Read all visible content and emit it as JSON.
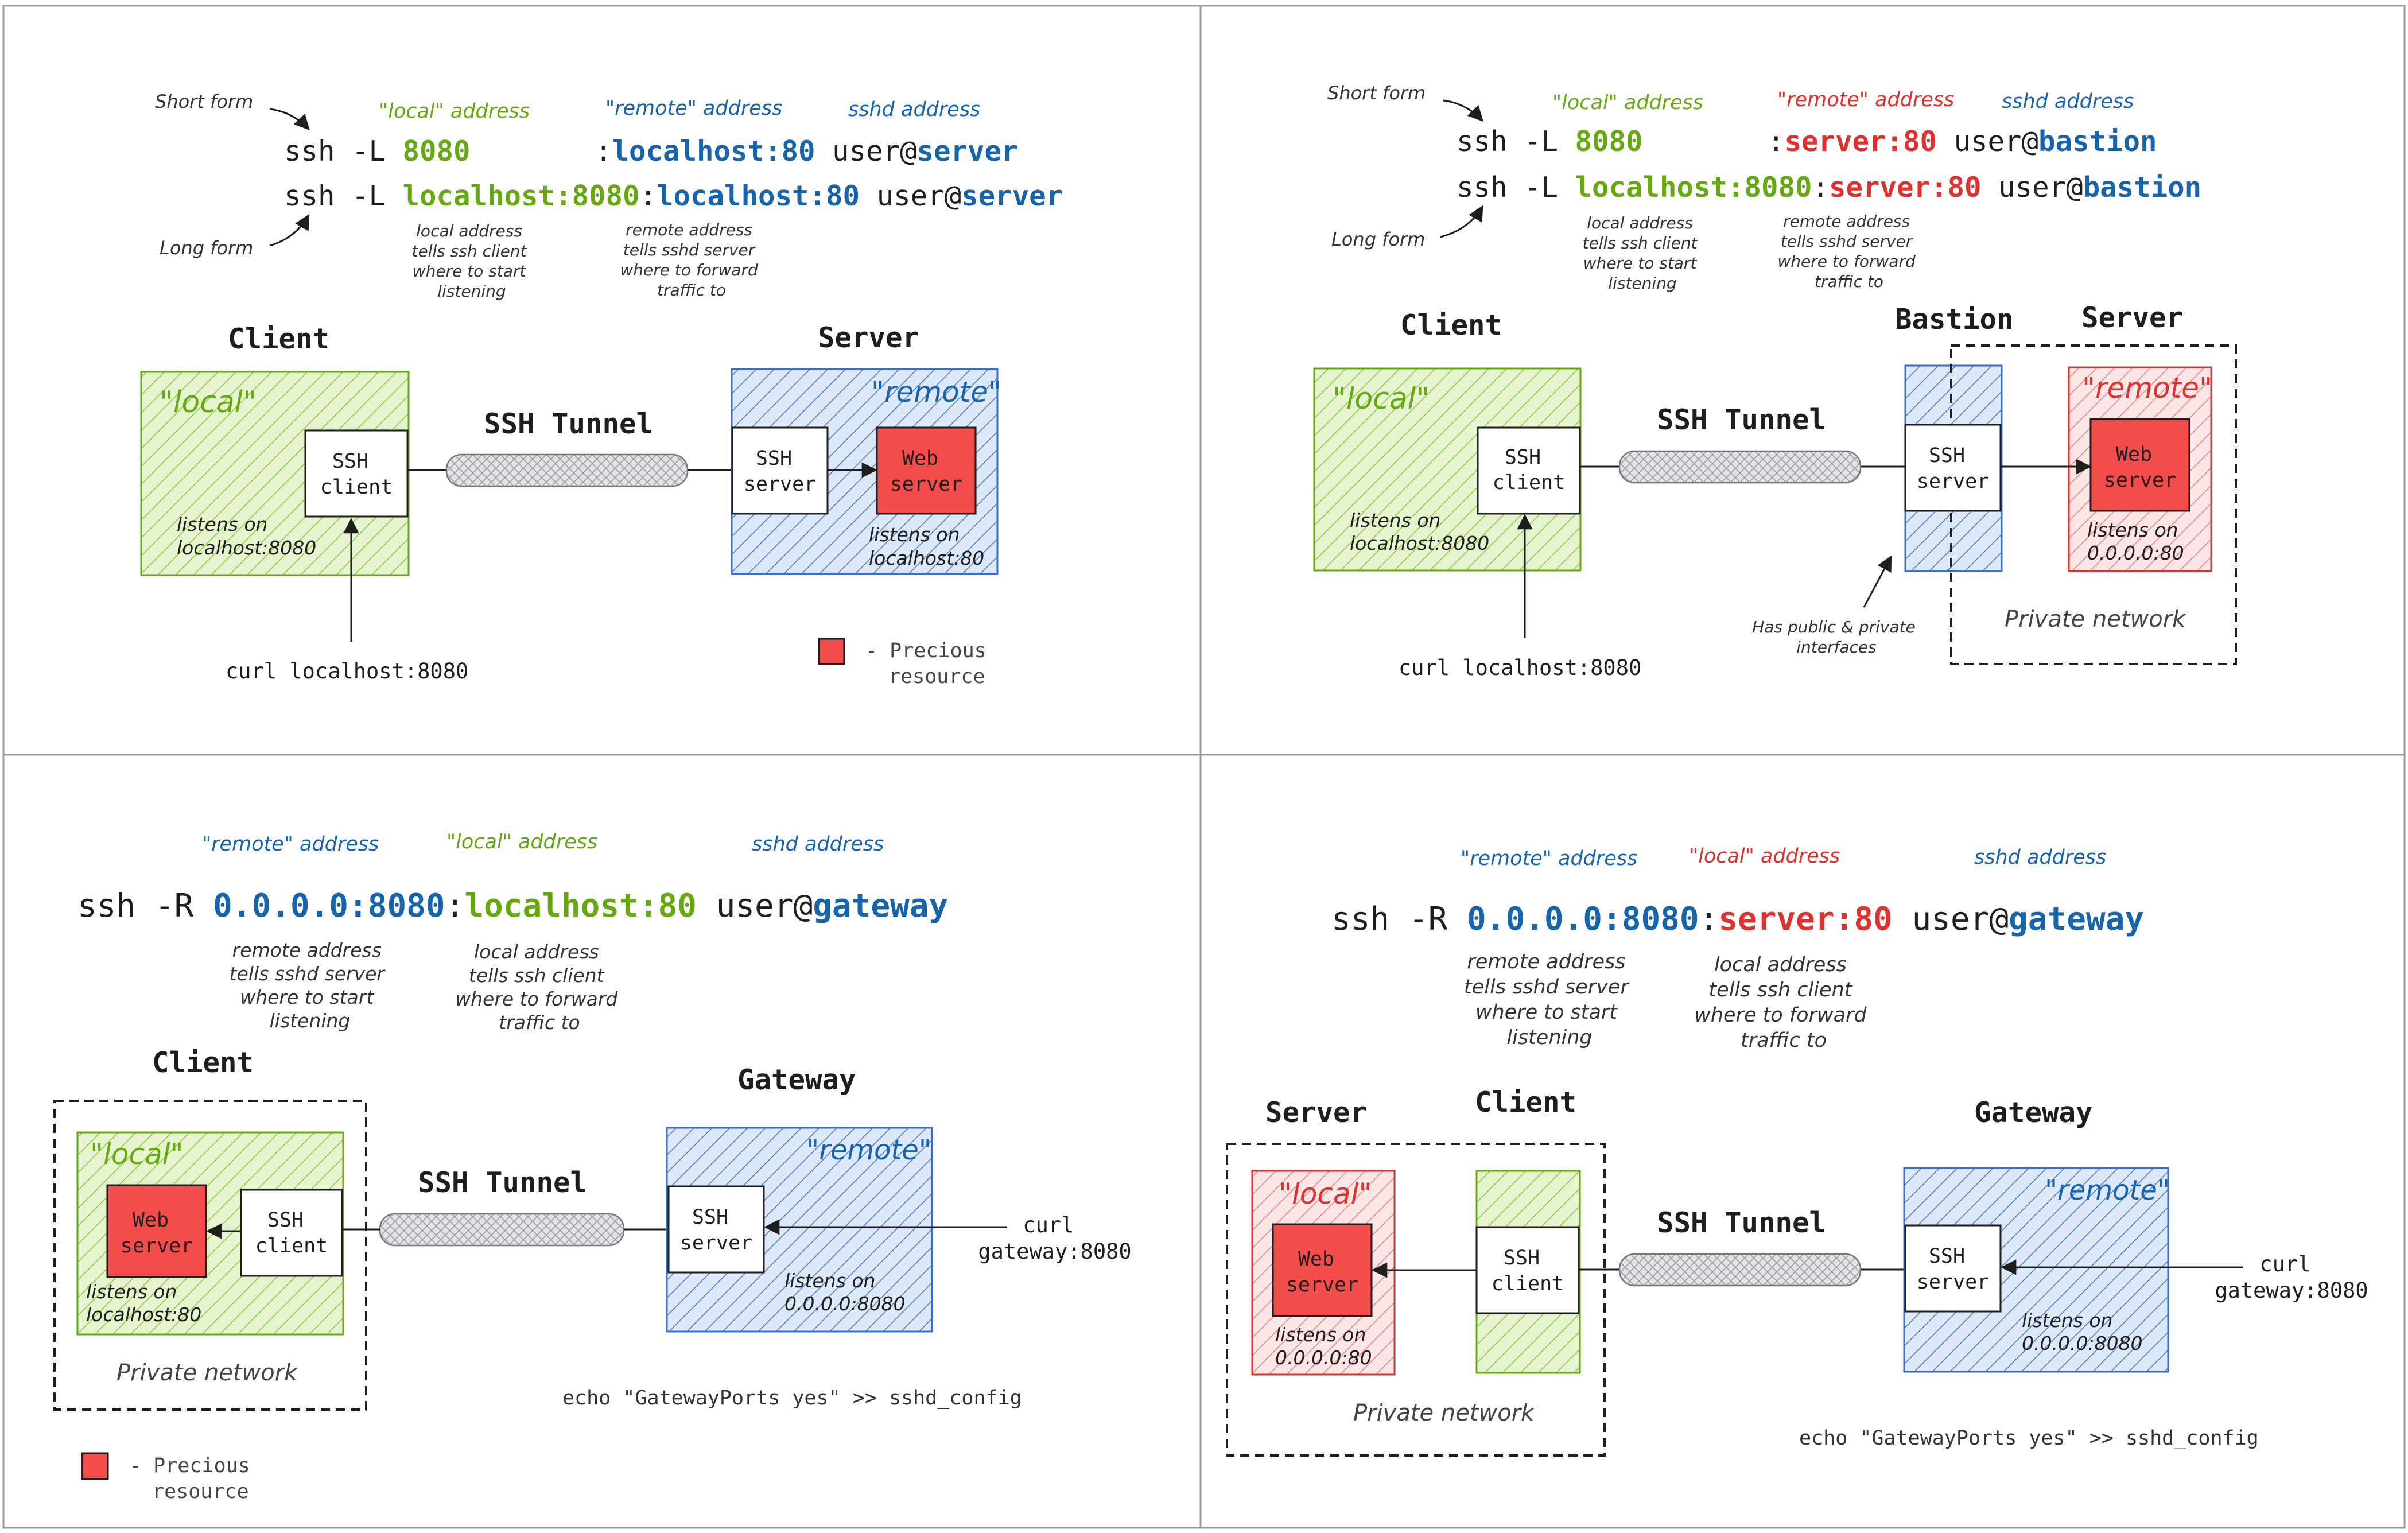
{
  "colors": {
    "local_green": "#66a80f",
    "remote_blue": "#1864ab",
    "remote_red": "#e03131",
    "precious_fill": "#f44b4b",
    "green_bg": "#d8f0b8",
    "blue_bg": "#d0e0f7",
    "red_bg": "#fde0e0"
  },
  "panels": {
    "tl": {
      "hdr_local": "\"local\" address",
      "hdr_remote": "\"remote\" address",
      "hdr_sshd": "sshd address",
      "short_form": "Short form",
      "long_form": "Long form",
      "cmd1": {
        "prefix": "ssh -L ",
        "local": "8080",
        "sep": ":",
        "remote": "localhost:80",
        "user": " user@",
        "host": "server"
      },
      "cmd2": {
        "prefix": "ssh -L ",
        "local": "localhost:8080",
        "sep": ":",
        "remote": "localhost:80",
        "user": " user@",
        "host": "server"
      },
      "note_local": [
        "local address",
        "tells ssh client",
        "where to start",
        "listening"
      ],
      "note_remote": [
        "remote address",
        "tells sshd server",
        "where to forward",
        "traffic to"
      ],
      "client_title": "Client",
      "server_title": "Server",
      "local_tag": "\"local\"",
      "remote_tag": "\"remote\"",
      "ssh_client": [
        "SSH",
        "client"
      ],
      "ssh_server": [
        "SSH",
        "server"
      ],
      "web_server": [
        "Web",
        "server"
      ],
      "tunnel": "SSH Tunnel",
      "listens_local": [
        "listens on",
        "localhost:8080"
      ],
      "listens_remote": [
        "listens on",
        "localhost:80"
      ],
      "curl": "curl localhost:8080",
      "precious": [
        "- Precious",
        "resource"
      ]
    },
    "tr": {
      "hdr_local": "\"local\" address",
      "hdr_remote": "\"remote\" address",
      "hdr_sshd": "sshd address",
      "short_form": "Short form",
      "long_form": "Long form",
      "cmd1": {
        "prefix": "ssh -L ",
        "local": "8080",
        "sep": ":",
        "remote": "server:80",
        "user": " user@",
        "host": "bastion"
      },
      "cmd2": {
        "prefix": "ssh -L ",
        "local": "localhost:8080",
        "sep": ":",
        "remote": "server:80",
        "user": " user@",
        "host": "bastion"
      },
      "note_local": [
        "local address",
        "tells ssh client",
        "where to start",
        "listening"
      ],
      "note_remote": [
        "remote address",
        "tells sshd server",
        "where to forward",
        "traffic to"
      ],
      "client_title": "Client",
      "bastion_title": "Bastion",
      "server_title": "Server",
      "local_tag": "\"local\"",
      "remote_tag": "\"remote\"",
      "ssh_client": [
        "SSH",
        "client"
      ],
      "ssh_server": [
        "SSH",
        "server"
      ],
      "web_server": [
        "Web",
        "server"
      ],
      "tunnel": "SSH Tunnel",
      "listens_local": [
        "listens on",
        "localhost:8080"
      ],
      "listens_remote": [
        "listens on",
        "0.0.0.0:80"
      ],
      "curl": "curl localhost:8080",
      "bastion_note": [
        "Has public & private",
        "interfaces"
      ],
      "private_network": "Private network"
    },
    "bl": {
      "hdr_remote": "\"remote\" address",
      "hdr_local": "\"local\" address",
      "hdr_sshd": "sshd address",
      "cmd": {
        "prefix": "ssh -R ",
        "remote": "0.0.0.0:8080",
        "sep": ":",
        "local": "localhost:80",
        "user": " user@",
        "host": "gateway"
      },
      "note_remote": [
        "remote address",
        "tells sshd server",
        "where to start",
        "listening"
      ],
      "note_local": [
        "local address",
        "tells ssh client",
        "where to forward",
        "traffic to"
      ],
      "client_title": "Client",
      "gateway_title": "Gateway",
      "local_tag": "\"local\"",
      "remote_tag": "\"remote\"",
      "web_server": [
        "Web",
        "server"
      ],
      "ssh_client": [
        "SSH",
        "client"
      ],
      "ssh_server": [
        "SSH",
        "server"
      ],
      "tunnel": "SSH Tunnel",
      "listens_local": [
        "listens on",
        "localhost:80"
      ],
      "listens_remote": [
        "listens on",
        "0.0.0.0:8080"
      ],
      "curl": [
        "curl",
        "gateway:8080"
      ],
      "private_network": "Private network",
      "echo": "echo \"GatewayPorts yes\" >> sshd_config",
      "precious": [
        "- Precious",
        "resource"
      ]
    },
    "br": {
      "hdr_remote": "\"remote\" address",
      "hdr_local": "\"local\" address",
      "hdr_sshd": "sshd address",
      "cmd": {
        "prefix": "ssh -R ",
        "remote": "0.0.0.0:8080",
        "sep": ":",
        "local": "server:80",
        "user": " user@",
        "host": "gateway"
      },
      "note_remote": [
        "remote address",
        "tells sshd server",
        "where to start",
        "listening"
      ],
      "note_local": [
        "local address",
        "tells ssh client",
        "where to forward",
        "traffic to"
      ],
      "server_title": "Server",
      "client_title": "Client",
      "gateway_title": "Gateway",
      "local_tag": "\"local\"",
      "remote_tag": "\"remote\"",
      "web_server": [
        "Web",
        "server"
      ],
      "ssh_client": [
        "SSH",
        "client"
      ],
      "ssh_server": [
        "SSH",
        "server"
      ],
      "tunnel": "SSH Tunnel",
      "listens_local": [
        "listens on",
        "0.0.0.0:80"
      ],
      "listens_remote": [
        "listens on",
        "0.0.0.0:8080"
      ],
      "curl": [
        "curl",
        "gateway:8080"
      ],
      "private_network": "Private network",
      "echo": "echo \"GatewayPorts yes\" >> sshd_config"
    }
  }
}
